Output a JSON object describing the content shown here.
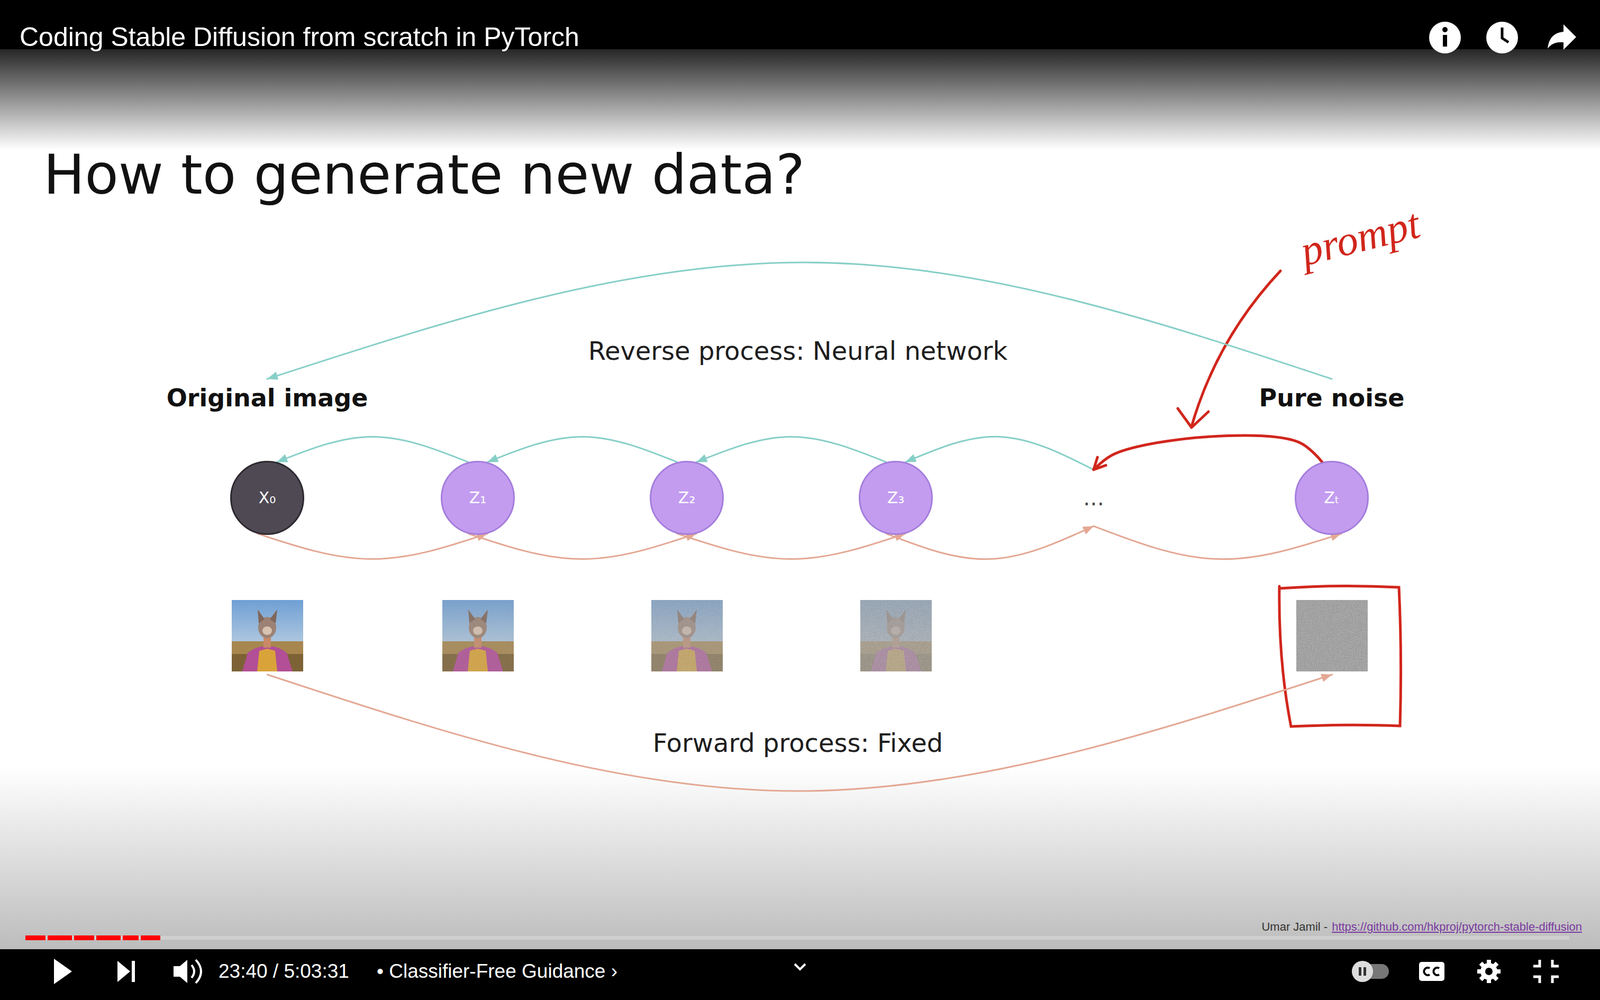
{
  "diagram": {
    "title": "How to generate new data?",
    "nodes": [
      {
        "text": [
          "Original image",
          "X₀"
        ]
      },
      {
        "text": [
          "Z₁"
        ]
      },
      {
        "text": [
          "Z₂"
        ]
      },
      {
        "text": [
          "Z₃"
        ]
      },
      {
        "text": [
          "…"
        ]
      },
      {
        "text": [
          "Pure noise",
          "Zₜ"
        ]
      }
    ],
    "edges": [
      {
        "from": 1,
        "to": 0,
        "arrow": "to"
      },
      {
        "from": 2,
        "to": 1,
        "arrow": "to"
      },
      {
        "from": 3,
        "to": 2,
        "arrow": "to"
      },
      {
        "from": 4,
        "to": 3,
        "arrow": "to"
      },
      {
        "from": 5,
        "to": 4,
        "arrow": "to"
      },
      {
        "from": 0,
        "to": 1,
        "arrow": "to"
      },
      {
        "from": 1,
        "to": 2,
        "arrow": "to"
      },
      {
        "from": 2,
        "to": 3,
        "arrow": "to"
      },
      {
        "from": 3,
        "to": 4,
        "arrow": "to"
      },
      {
        "from": 4,
        "to": 5,
        "arrow": "to"
      },
      {
        "from": 5,
        "to": 0,
        "label": "Reverse process: Neural network",
        "arrow": "to"
      },
      {
        "from": 0,
        "to": 5,
        "label": "Forward process: Fixed",
        "arrow": "to"
      }
    ],
    "labels": [
      "Coding Stable Diffusion from scratch in PyTorch",
      "prompt",
      "23:40 / 5:03:31",
      "• Classifier-Free Guidance ›",
      "Umar Jamil -",
      "https://github.com/hkproj/pytorch-stable-diffusion"
    ]
  }
}
